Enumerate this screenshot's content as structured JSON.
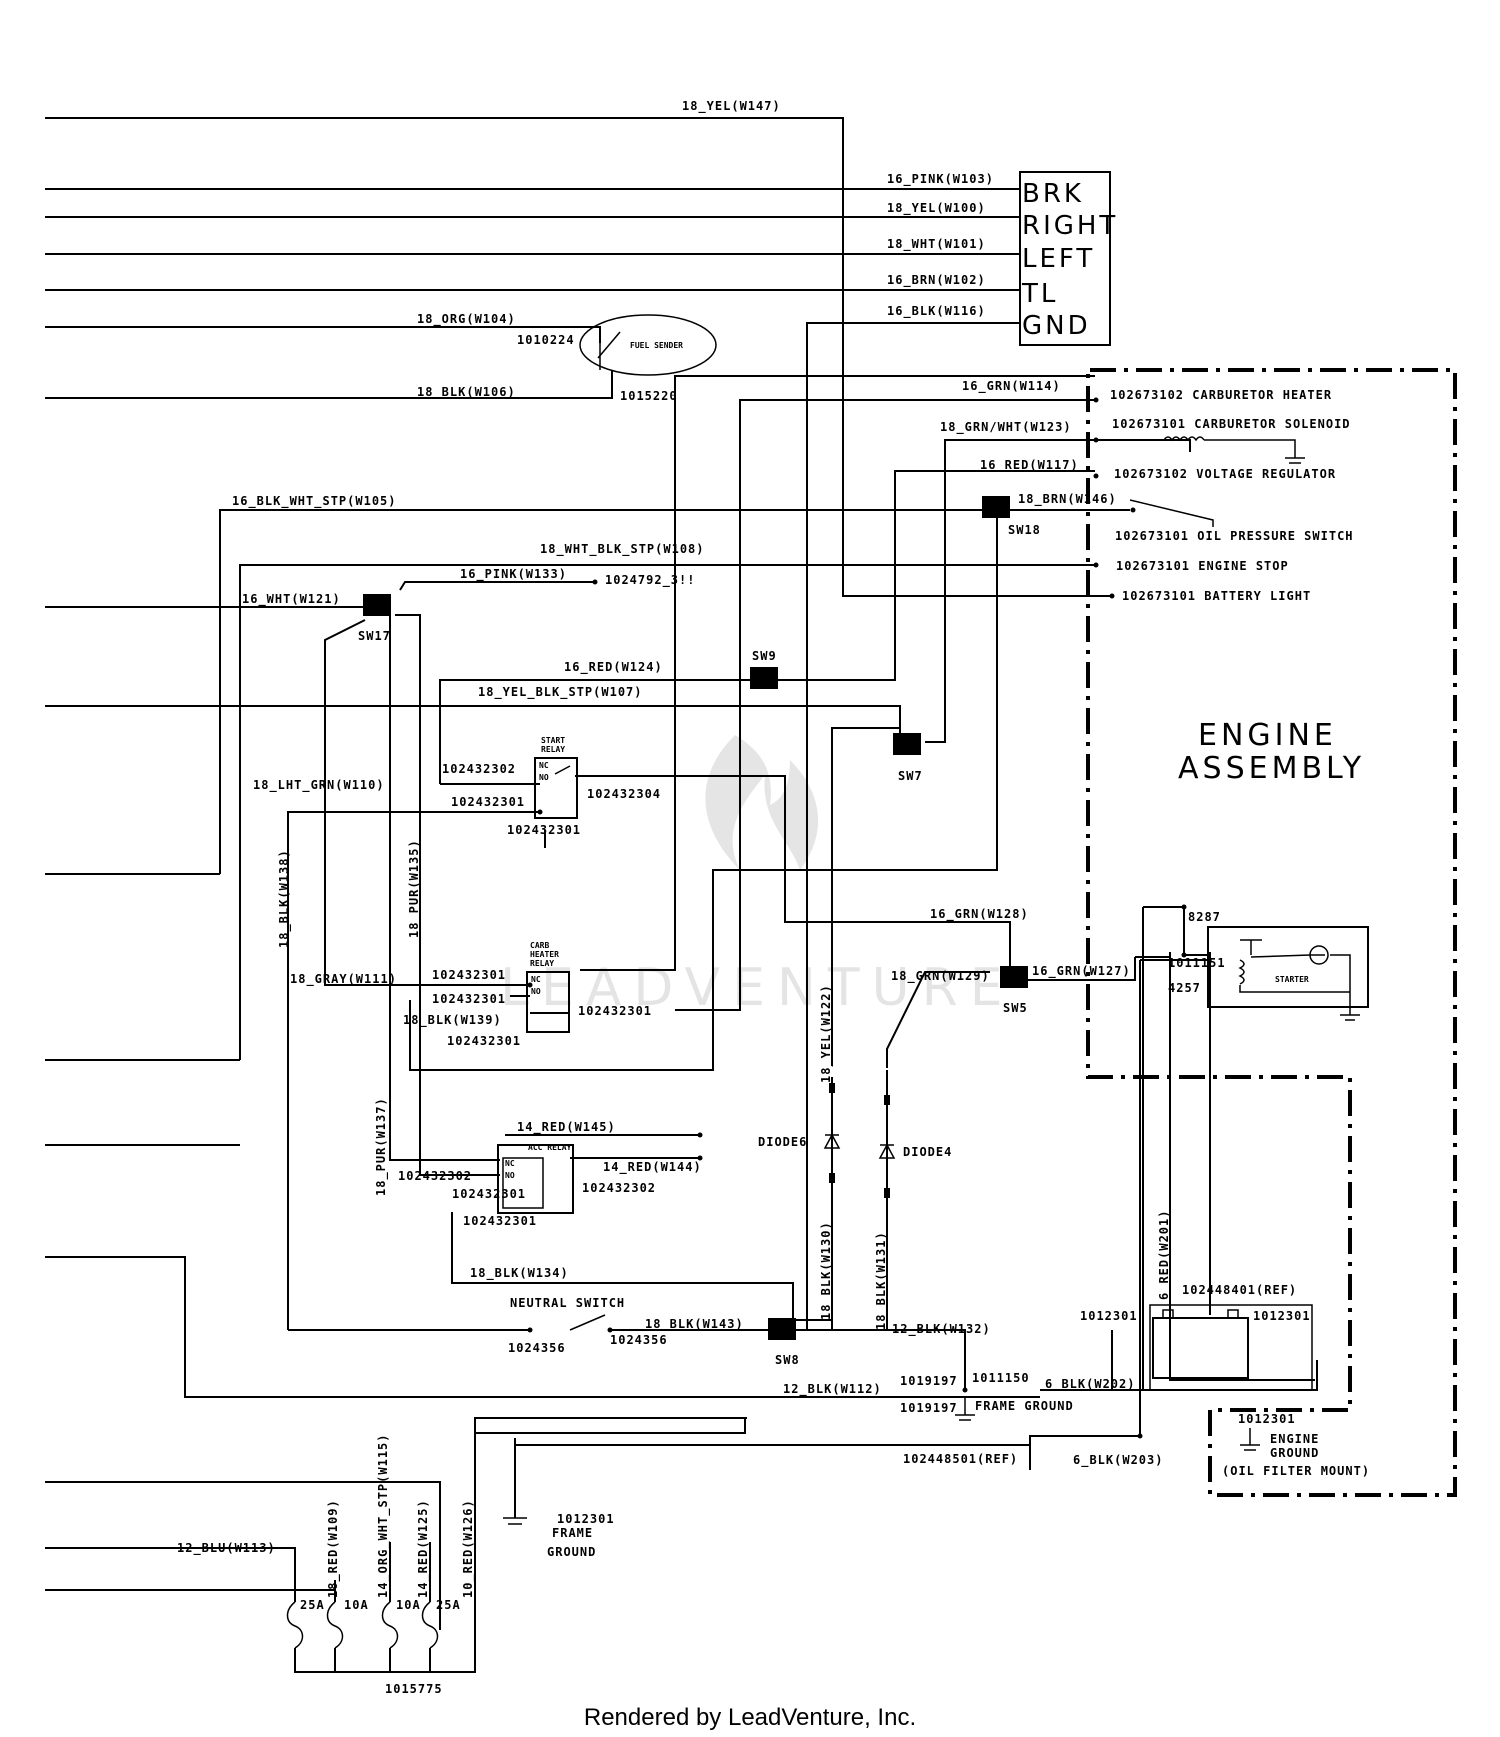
{
  "footer": "Rendered by LeadVenture, Inc.",
  "watermark": "LEADVENTURE",
  "engine_assembly": [
    "ENGINE",
    "ASSEMBLY"
  ],
  "light_connector": [
    "BRK",
    "RIGHT",
    "LEFT",
    "TL",
    "GND"
  ],
  "fuel_sender": {
    "label": "FUEL SENDER",
    "part_top": "1010224",
    "part_bottom": "1015220"
  },
  "engine_terminals": [
    "102673102 CARBURETOR HEATER",
    "102673101 CARBURETOR SOLENOID",
    "102673102 VOLTAGE REGULATOR",
    "102673101 OIL PRESSURE SWITCH",
    "102673101  ENGINE STOP",
    "102673101  BATTERY LIGHT"
  ],
  "wires": {
    "w147": "18_YEL(W147)",
    "w103": "16_PINK(W103)",
    "w100": "18_YEL(W100)",
    "w101": "18_WHT(W101)",
    "w102": "16_BRN(W102)",
    "w116": "16_BLK(W116)",
    "w104": "18_ORG(W104)",
    "w106": "18_BLK(W106)",
    "w114": "16_GRN(W114)",
    "w123": "18_GRN/WHT(W123)",
    "w117": "16_RED(W117)",
    "w105": "16_BLK_WHT_STP(W105)",
    "w146": "18_BRN(W146)",
    "w108": "18_WHT_BLK_STP(W108)",
    "w133": "16_PINK(W133)",
    "w121": "16_WHT(W121)",
    "w124": "16_RED(W124)",
    "w107": "18_YEL_BLK_STP(W107)",
    "w110": "18_LHT_GRN(W110)",
    "w138": "18_BLK(W138)",
    "w135": "18_PUR(W135)",
    "w111": "18_GRAY(W111)",
    "w139": "18_BLK(W139)",
    "w128": "16_GRN(W128)",
    "w129": "18_GRN(W129)",
    "w127": "16_GRN(W127)",
    "w122": "18_YEL(W122)",
    "w145": "14_RED(W145)",
    "w144": "14_RED(W144)",
    "w137": "18_PUR(W137)",
    "w130": "18_BLK(W130)",
    "w131": "18_BLK(W131)",
    "w134": "18_BLK(W134)",
    "w143": "18_BLK(W143)",
    "w132": "12_BLK(W132)",
    "w112": "12_BLK(W112)",
    "w202": "6_BLK(W202)",
    "w201": "6_RED(W201)",
    "w203": "6_BLK(W203)",
    "w113": "12_BLU(W113)",
    "w109": "18_RED(W109)",
    "w115": "14_ORG_WHT_STP(W115)",
    "w125": "14_RED(W125)",
    "w126": "10_RED(W126)"
  },
  "switches": {
    "sw17": "SW17",
    "sw18": "SW18",
    "sw9": "SW9",
    "sw7": "SW7",
    "sw5": "SW5",
    "sw8": "SW8"
  },
  "parts": {
    "p1024792": "1024792_3!!",
    "sr_nc": "102432302",
    "sr_no": "102432301",
    "sr_com": "102432304",
    "sr_bot": "102432301",
    "ch_nc": "102432301",
    "ch_no": "102432301",
    "ch_right": "102432301",
    "ch_bot": "102432301",
    "ar_nc": "102432302",
    "ar_no": "102432301",
    "ar_right": "102432302",
    "ar_bot": "102432301",
    "ns_left": "1024356",
    "ns_right": "1024356",
    "p8287": "8287",
    "p1011151": "1011151",
    "p4257": "4257",
    "battery": "102448401(REF)",
    "bat_left": "1012301",
    "bat_right": "1012301",
    "fg1": "1019197",
    "fg2": "1011150",
    "fg3": "1019197",
    "eg_part": "1012301",
    "ref2": "102448501(REF)",
    "fg_bottom_part": "1012301",
    "fuse_block": "1015775"
  },
  "relays": {
    "start": [
      "START",
      "RELAY"
    ],
    "carb": [
      "CARB",
      "HEATER",
      "RELAY"
    ],
    "acc": "ACC RELAY"
  },
  "relay_pins": {
    "nc": "NC",
    "no": "NO"
  },
  "diodes": {
    "d6": "DIODE6",
    "d4": "DIODE4"
  },
  "neutral_switch": "NEUTRAL SWITCH",
  "frame_ground": "FRAME GROUND",
  "frame_ground_bottom": [
    "FRAME",
    "GROUND"
  ],
  "engine_ground": [
    "ENGINE",
    "GROUND",
    "(OIL FILTER MOUNT)"
  ],
  "starter": "STARTER",
  "fuses": [
    "25A",
    "10A",
    "10A",
    "25A"
  ]
}
